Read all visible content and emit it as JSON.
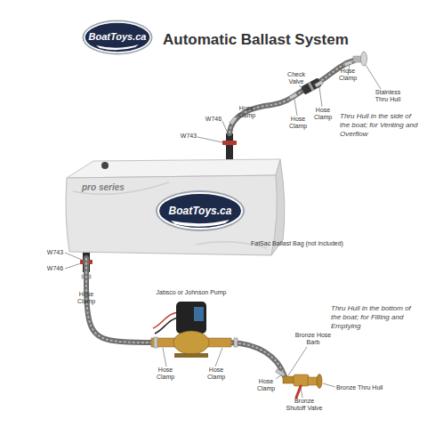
{
  "diagram": {
    "title": "Automatic Ballast System",
    "nodes": [
      {
        "text": [
          "BoatToys.ca"
        ]
      },
      {
        "text": [
          "pro series",
          "BoatToys.ca"
        ]
      },
      {
        "text": [
          "Jabsco or Johnson Pump"
        ]
      }
    ],
    "edges": [
      {
        "from": 1,
        "to": 2,
        "arrow": "none"
      }
    ],
    "labels": [
      "Check Valve",
      "Hose Clamp",
      "Stainless Thru Hull",
      "Hose Clamp",
      "Hose Clamp",
      "Thru Hull in the side of the boat; for Venting and Overflow",
      "W746",
      "Hose Clamp",
      "W743",
      "FatSac Ballast Bag (not included)",
      "W743",
      "W746",
      "Hose Clamp",
      "Hose Clamp",
      "Hose Clamp",
      "Bronze Hose Barb",
      "Thru Hull in the bottom of the boat; for Filling and Emptying",
      "Hose Clamp",
      "Bronze Shutoff Valve",
      "Bronze Thru Hull"
    ]
  }
}
